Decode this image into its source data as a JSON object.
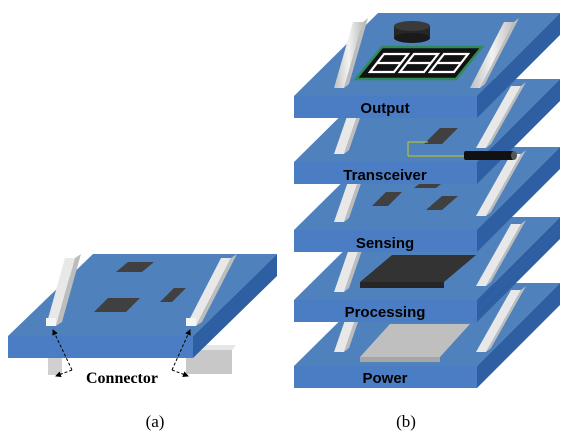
{
  "figure": {
    "panel_a": {
      "caption": "(a)",
      "connector_label": "Connector"
    },
    "panel_b": {
      "caption": "(b)",
      "display_digits": "888",
      "layers": [
        {
          "label": "Output"
        },
        {
          "label": "Transceiver"
        },
        {
          "label": "Sensing"
        },
        {
          "label": "Processing"
        },
        {
          "label": "Power"
        }
      ]
    }
  },
  "colors": {
    "board_top": "#4f81bd",
    "board_front": "#4a7dc4",
    "board_side": "#2e5fa3",
    "connector": "#d9d9d9",
    "chip": "#404040",
    "display_frame": "#2e8b57"
  }
}
